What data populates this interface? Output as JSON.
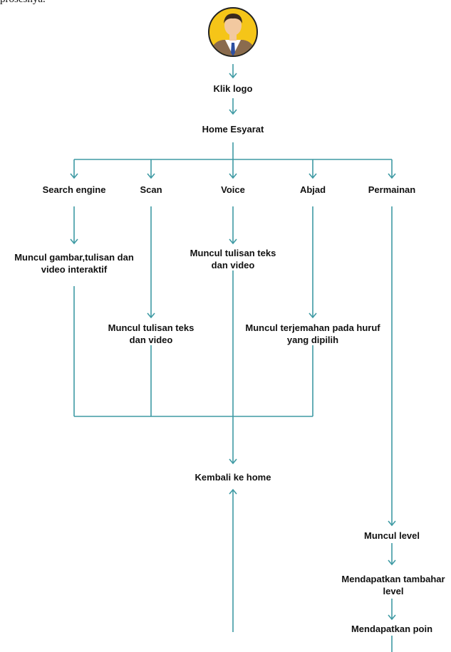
{
  "top_cut_text": "prosesnya.",
  "avatar": {
    "icon": "user-avatar-icon",
    "bg": "#F5C518",
    "border": "#222222",
    "suit": "#8A6B4E",
    "tie": "#2D4FA0"
  },
  "line_color": "#3E9AA3",
  "nodes": {
    "klik_logo": "Klik logo",
    "home": "Home Esyarat",
    "search_engine": "Search engine",
    "scan": "Scan",
    "voice": "Voice",
    "abjad": "Abjad",
    "permainan": "Permainan",
    "search_result": [
      "Muncul gambar,tulisan dan",
      "video interaktif"
    ],
    "voice_result": [
      "Muncul tulisan teks",
      "dan video"
    ],
    "scan_result": [
      "Muncul tulisan teks",
      "dan video"
    ],
    "abjad_result": [
      "Muncul terjemahan pada huruf",
      "yang dipilih"
    ],
    "kembali": "Kembali ke home",
    "muncul_level": "Muncul level",
    "tambahan_level": [
      "Mendapatkan tambahar",
      "level"
    ],
    "poin": "Mendapatkan poin"
  }
}
